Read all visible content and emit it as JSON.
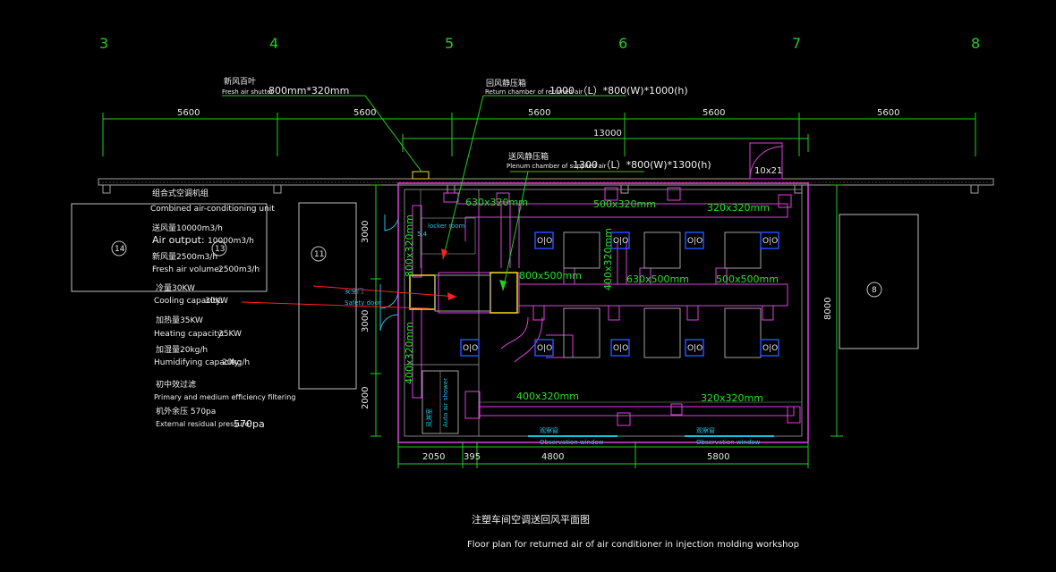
{
  "grid_axes": [
    "3",
    "4",
    "5",
    "6",
    "7",
    "8"
  ],
  "top_dimensions": [
    "5600",
    "5600",
    "5600",
    "5600",
    "5600"
  ],
  "overall_dimension": "13000",
  "fresh_air_shutter": {
    "cn": "新风百叶",
    "en": "Fresh air shutter",
    "size": "800mm*320mm"
  },
  "return_chamber": {
    "cn": "回风静压箱",
    "en": "Return chamber of returned air",
    "size": "1000  （L）*800(W)*1000(h)"
  },
  "supply_chamber": {
    "cn": "送风静压箱",
    "en": "Plenum chamber of supplied air",
    "size": "1300  （L）*800(W)*1300(h)"
  },
  "door_label": "10x21",
  "duct_labels": {
    "d1": "630x320mm",
    "d2": "500x320mm",
    "d3": "320x320mm",
    "d4": "800x500mm",
    "d5": "630x500mm",
    "d6": "500x500mm",
    "d7": "400x320mm",
    "d8": "320x320mm",
    "v1": "800x320mm",
    "v2": "400x320mm",
    "v3": "400x320mm"
  },
  "locker_room": "locker room",
  "safety_door": {
    "cn": "安全门",
    "en": "Safety door"
  },
  "air_shower": {
    "cn": "风淋室",
    "en": "Auto air shower"
  },
  "observation_window": {
    "cn": "观察窗",
    "en": "Observation window"
  },
  "ahu_spec": {
    "title_cn": "组合式空调机组",
    "title_en": "Combined air-conditioning unit",
    "supply_cn": "送风量10000m3/h",
    "supply_en": "Air output:",
    "supply_val": "10000m3/h",
    "fresh_cn": "新风量2500m3/h",
    "fresh_en": "Fresh air volume:",
    "fresh_val": "2500m3/h",
    "cooling_cn": "冷量30KW",
    "cooling_en": "Cooling capacity:",
    "cooling_val": "30KW",
    "heating_cn": "加热量35KW",
    "heating_en": "Heating capacity:",
    "heating_val": "35KW",
    "humid_cn": "加湿量20kg/h",
    "humid_en": "Humidifying capacity:",
    "humid_val": "20kg/h",
    "filter_cn": "初中效过滤",
    "filter_en": "Primary and medium efficiency filtering",
    "pressure_cn": "机外余压 570pa",
    "pressure_en": "External residual pressure:",
    "pressure_val": "570pa"
  },
  "machines": [
    "14",
    "13",
    "11",
    "8"
  ],
  "left_dimensions": [
    "3000",
    "3000",
    "2000"
  ],
  "right_dimension": "8000",
  "bottom_dimensions": [
    "2050",
    "395",
    "4800",
    "5800"
  ],
  "value_5_4": "5.4",
  "title": {
    "cn": "注塑车间空调送回风平面图",
    "en": "Floor plan for returned air of air conditioner in injection molding workshop"
  },
  "diffuser_label": "O|O",
  "colors": {
    "background": "#000000",
    "duct": "#e040e0",
    "dimension": "#20d020",
    "wall": "#a0a0a0",
    "chamber": "#f0e020",
    "leader": "#ff2020"
  }
}
